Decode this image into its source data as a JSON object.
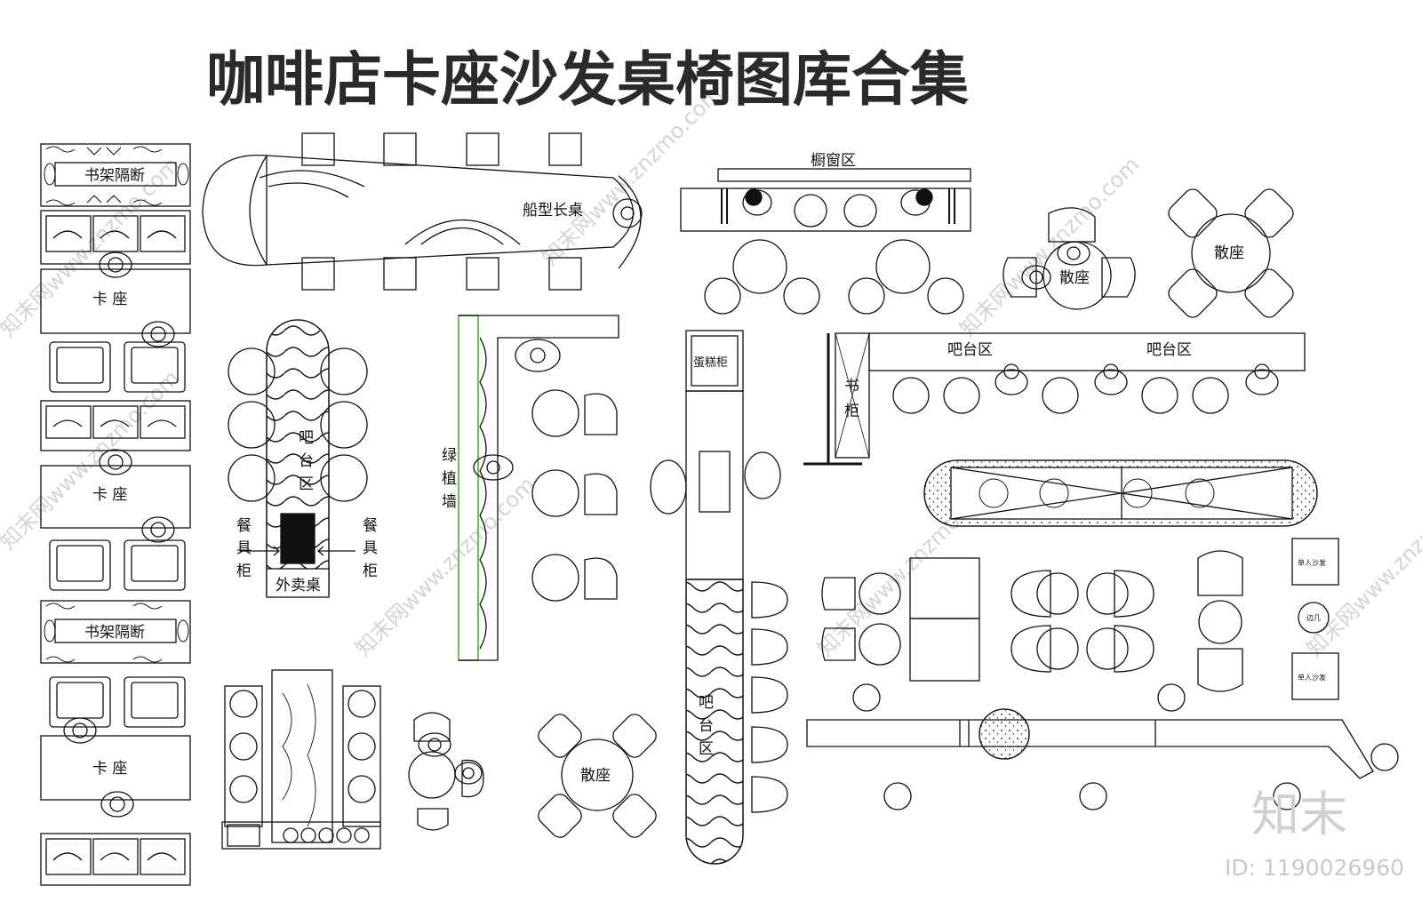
{
  "title": "咖啡店卡座沙发桌椅图库合集",
  "watermark": {
    "repeat_text": "知末网www.znzmo.com",
    "brand": "知末",
    "id_text": "ID: 1190026960"
  },
  "labels": {
    "bookshelf_1": "书架隔断",
    "bookshelf_2": "书架隔断",
    "booth_1": "卡 座",
    "booth_2": "卡 座",
    "booth_3": "卡 座",
    "boat_table": "船型长桌",
    "window_area": "橱窗区",
    "loose_seat_1": "散座",
    "loose_seat_2": "散座",
    "loose_seat_3": "散座",
    "bar_left_1": "吧",
    "bar_left_2": "台",
    "bar_left_3": "区",
    "tableware_left_1": "餐",
    "tableware_left_2": "具",
    "tableware_left_3": "柜",
    "tableware_right_1": "餐",
    "tableware_right_2": "具",
    "tableware_right_3": "柜",
    "takeout_table": "外卖桌",
    "green_wall_1": "绿",
    "green_wall_2": "植",
    "green_wall_3": "墙",
    "cake_cabinet": "蛋糕柜",
    "bar_center_1": "吧",
    "bar_center_2": "台",
    "bar_center_3": "区",
    "book_cabinet_1": "书",
    "book_cabinet_2": "柜",
    "bar_top_1": "吧台区",
    "bar_top_2": "吧台区",
    "single_sofa_top": "单人沙发",
    "single_sofa_bottom": "单人沙发",
    "side_table": "边几"
  },
  "colors": {
    "ink": "#111111",
    "title": "#2a2a2a",
    "watermark": "#cfcfcf",
    "green": "#6fbf5a"
  }
}
